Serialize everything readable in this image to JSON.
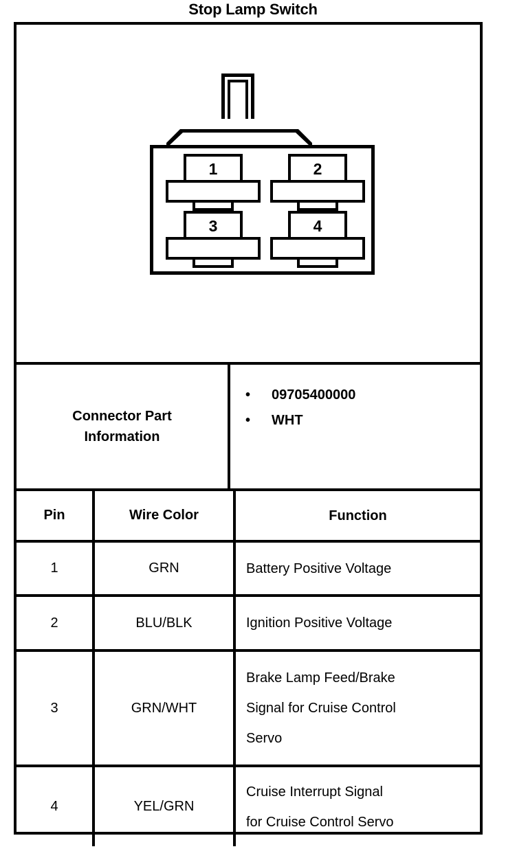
{
  "title": "Stop Lamp Switch",
  "connector_diagram": {
    "name": "4-cavity connector face view",
    "cavities": [
      {
        "number": "1",
        "position": "top-left"
      },
      {
        "number": "2",
        "position": "top-right"
      },
      {
        "number": "3",
        "position": "bottom-left"
      },
      {
        "number": "4",
        "position": "bottom-right"
      }
    ]
  },
  "connector_part_information": {
    "label_line_1": "Connector Part",
    "label_line_2": "Information",
    "bullet_glyph": "•",
    "values": [
      "09705400000",
      "WHT"
    ]
  },
  "pin_table": {
    "headers": {
      "pin": "Pin",
      "wire_color": "Wire Color",
      "function": "Function"
    },
    "rows": [
      {
        "pin": "1",
        "wire_color": "GRN",
        "function_lines": [
          "Battery Positive Voltage"
        ]
      },
      {
        "pin": "2",
        "wire_color": "BLU/BLK",
        "function_lines": [
          "Ignition Positive Voltage"
        ]
      },
      {
        "pin": "3",
        "wire_color": "GRN/WHT",
        "function_lines": [
          "Brake Lamp Feed/Brake",
          "Signal for Cruise Control",
          "Servo"
        ]
      },
      {
        "pin": "4",
        "wire_color": "YEL/GRN",
        "function_lines": [
          "Cruise Interrupt Signal",
          "for Cruise Control Servo"
        ]
      }
    ]
  },
  "colors": {
    "ink": "#000000",
    "paper": "#ffffff"
  }
}
